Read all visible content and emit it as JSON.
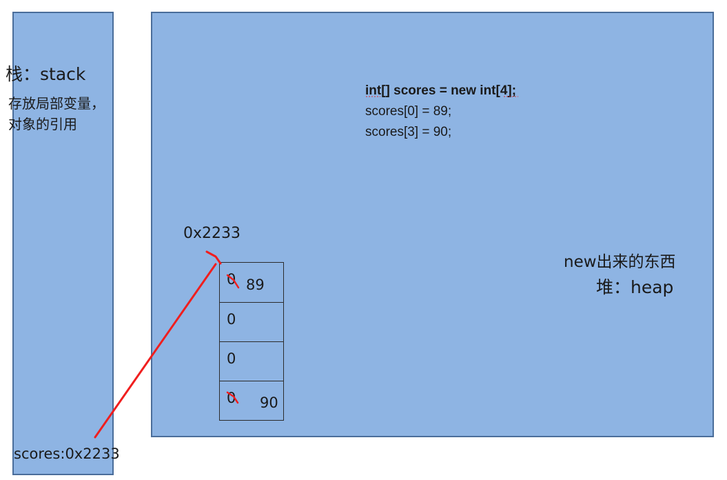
{
  "stack": {
    "title": "栈：stack",
    "desc_line1": "存放局部变量，",
    "desc_line2": "对象的引用",
    "variable": "scores:0x2233"
  },
  "heap": {
    "desc": "new出来的东西",
    "title": "堆：heap",
    "address": "0x2233"
  },
  "code": {
    "line1": "int[] scores = new int[4];",
    "line2": "scores[0] = 89;",
    "line3": "scores[3] = 90;"
  },
  "array": {
    "cells": [
      {
        "default": "0",
        "new": "89"
      },
      {
        "default": "0",
        "new": ""
      },
      {
        "default": "0",
        "new": ""
      },
      {
        "default": "0",
        "new": "90"
      }
    ]
  },
  "colors": {
    "panel_fill": "#8eb4e3",
    "panel_border": "#4a6d9a",
    "arrow": "#f01e1e"
  }
}
